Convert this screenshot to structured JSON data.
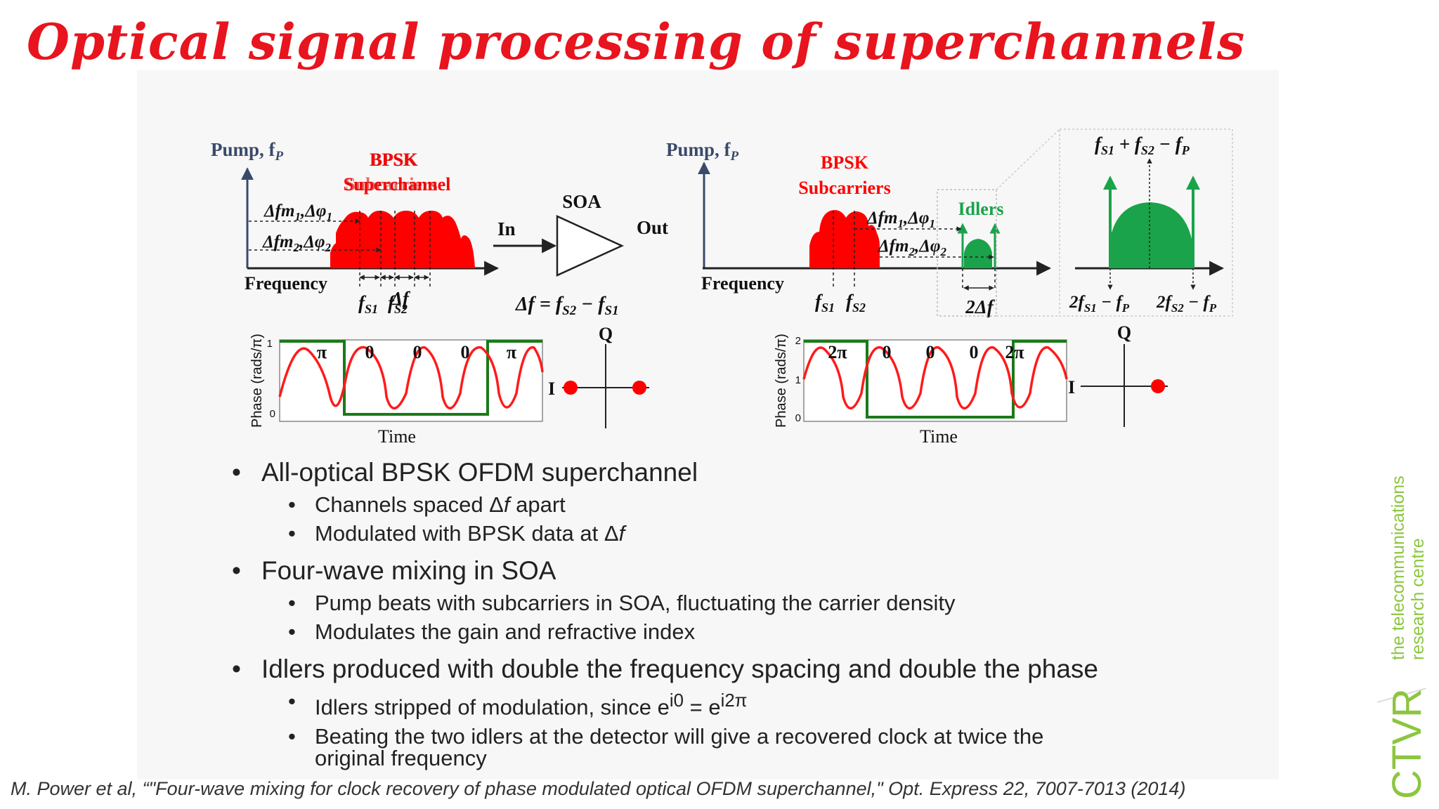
{
  "title": "Optical signal processing of superchannels",
  "diagram": {
    "left_spectrum": {
      "pump_label": "Pump, f",
      "pump_sub": "P",
      "bpsk_line1": "BPSK",
      "bpsk_line2": "Superchannel",
      "bpsk_overlap_line2": "Subcarriers",
      "dfm1": "Δfm",
      "dfm1_sub": "1",
      "dphi1": ",Δφ",
      "dphi1_sub": "1",
      "dfm2": "Δfm",
      "dfm2_sub": "2",
      "dphi2": ",Δφ",
      "dphi2_sub": "2",
      "freq_label": "Frequency",
      "fs1": "f",
      "fs1_sub": "S1",
      "fs2": "f",
      "fs2_sub": "S2",
      "delta_f": "Δf"
    },
    "soa": {
      "label": "SOA",
      "in_label": "In",
      "out_label": "Out",
      "equation": "Δf  =  f",
      "eq_sub1": "S2",
      "eq_minus": " − f",
      "eq_sub2": "S1"
    },
    "right_spectrum": {
      "pump_label": "Pump, f",
      "pump_sub": "P",
      "bpsk_line1": "BPSK",
      "bpsk_line2": "Subcarriers",
      "idlers_label": "Idlers",
      "dfm1": "Δfm",
      "dfm1_sub": "1",
      "dphi1": ",Δφ",
      "dphi1_sub": "1",
      "dfm2": "Δfm",
      "dfm2_sub": "2",
      "dphi2": ",Δφ",
      "dphi2_sub": "2",
      "freq_label": "Frequency",
      "fs1": "f",
      "fs1_sub": "S1",
      "fs2": "f",
      "fs2_sub": "S2",
      "two_delta_f": "2Δf"
    },
    "zoom": {
      "top_a": "f",
      "top_a_sub": "S1",
      "top_plus": " + f",
      "top_b_sub": "S2",
      "top_minus": " − f",
      "top_c_sub": "P",
      "bl_2f": "2f",
      "bl_sub": "S1",
      "bl_minus": " − f",
      "bl_p": "P",
      "br_2f": "2f",
      "br_sub": "S2",
      "br_minus": " − f",
      "br_p": "P"
    },
    "phase_left": {
      "ylabel": "Phase (rads/π)",
      "xlabel": "Time",
      "ytick_top": "1",
      "ytick_bottom": "0",
      "labels": [
        "π",
        "0",
        "0",
        "0",
        "π"
      ]
    },
    "phase_right": {
      "ylabel": "Phase (rads/π)",
      "xlabel": "Time",
      "ytick_top": "2",
      "ytick_mid": "1",
      "ytick_bottom": "0",
      "labels": [
        "2π",
        "0",
        "0",
        "0",
        "2π"
      ]
    },
    "iq_left": {
      "q": "Q",
      "i": "I"
    },
    "iq_right": {
      "q": "Q",
      "i": "I"
    }
  },
  "bullets": [
    {
      "text": "All-optical BPSK OFDM superchannel",
      "sub": [
        {
          "pre": "Channels spaced Δ",
          "it": "f",
          "post": " apart"
        },
        {
          "pre": "Modulated with BPSK data at Δ",
          "it": "f",
          "post": ""
        }
      ]
    },
    {
      "text": "Four-wave mixing in SOA",
      "sub": [
        {
          "pre": "Pump beats with subcarriers in SOA, fluctuating the carrier density",
          "it": "",
          "post": ""
        },
        {
          "pre": "Modulates the gain and refractive index",
          "it": "",
          "post": ""
        }
      ]
    },
    {
      "text": "Idlers produced with double the frequency spacing and double the phase",
      "sub": []
    }
  ],
  "bullet3_sub1": {
    "pre": "Idlers stripped of modulation, since e",
    "sup1": "i0",
    "mid": " = e",
    "sup2": "i2π"
  },
  "bullet3_sub2": {
    "line1": "Beating the two idlers at the detector will give a recovered clock at twice the",
    "line2": "original frequency"
  },
  "citation": "M. Power et al, “\"Four-wave mixing for clock recovery of phase modulated optical OFDM superchannel,\" Opt. Express 22, 7007-7013 (2014)",
  "logo": {
    "line1": "the telecommunications",
    "line2": "research centre",
    "brand": "CTVR"
  },
  "colors": {
    "title": "#e8141e",
    "red": "#ff0000",
    "green": "#1aa34a",
    "dark_green": "#1a7a1a",
    "navy": "#3a4a6b",
    "logo_green": "#8cc63f"
  }
}
